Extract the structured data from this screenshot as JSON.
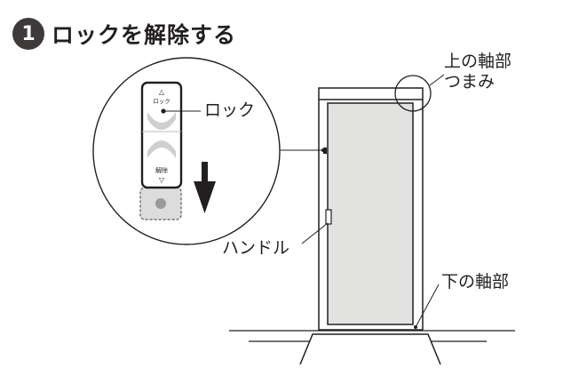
{
  "step": {
    "number": "1",
    "title": "ロックを解除する"
  },
  "diagram": {
    "labels": {
      "upper_pivot_line1": "上の軸部",
      "upper_pivot_line2": "つまみ",
      "lock": "ロック",
      "handle": "ハンドル",
      "lower_pivot": "下の軸部"
    },
    "knob": {
      "top_marker": "△",
      "top_text": "ロック",
      "bottom_text": "解除",
      "bottom_marker": "▽"
    }
  }
}
